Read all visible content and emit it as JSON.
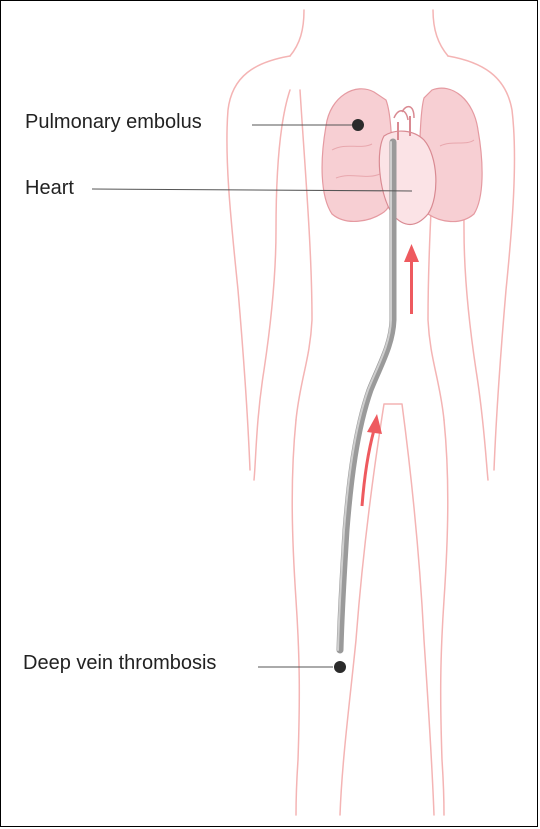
{
  "labels": {
    "pulmonary_embolus": "Pulmonary embolus",
    "heart": "Heart",
    "deep_vein_thrombosis": "Deep vein thrombosis"
  },
  "colors": {
    "body_outline": "#f4b4b4",
    "lung_fill": "#f7cfd3",
    "heart_fill": "#fbe3e6",
    "vein": "#9a9a9a",
    "arrow": "#ee5a5f",
    "clot": "#2b2b2b",
    "leader": "#555555"
  }
}
